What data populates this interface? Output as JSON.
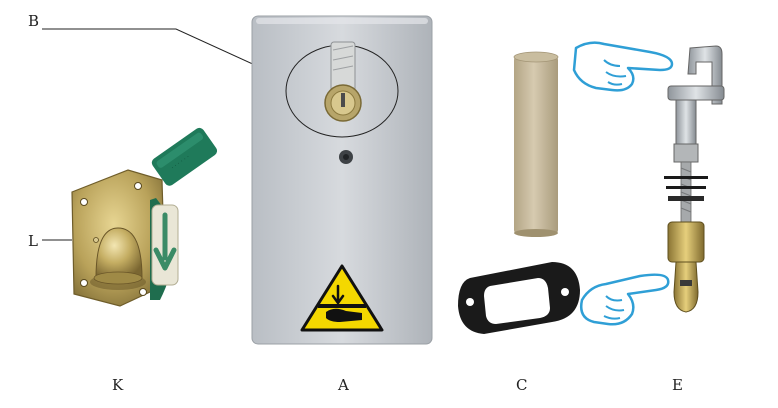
{
  "labels": {
    "b": "B",
    "l": "L",
    "k": "K",
    "a": "A",
    "c": "C",
    "e": "E"
  },
  "colors": {
    "housing": "#c9ccd0",
    "tube": "#c7b99c",
    "bracket": "#b9a25a",
    "lever": "#1f7a5a",
    "gasket": "#1a1a1a",
    "warning": "#f4d800",
    "hand_outline": "#2f9fd6"
  },
  "icons": {
    "pointer_top": "pointing-hand-icon",
    "pointer_bottom": "pointing-hand-icon",
    "warning": "crush-hazard-icon"
  }
}
